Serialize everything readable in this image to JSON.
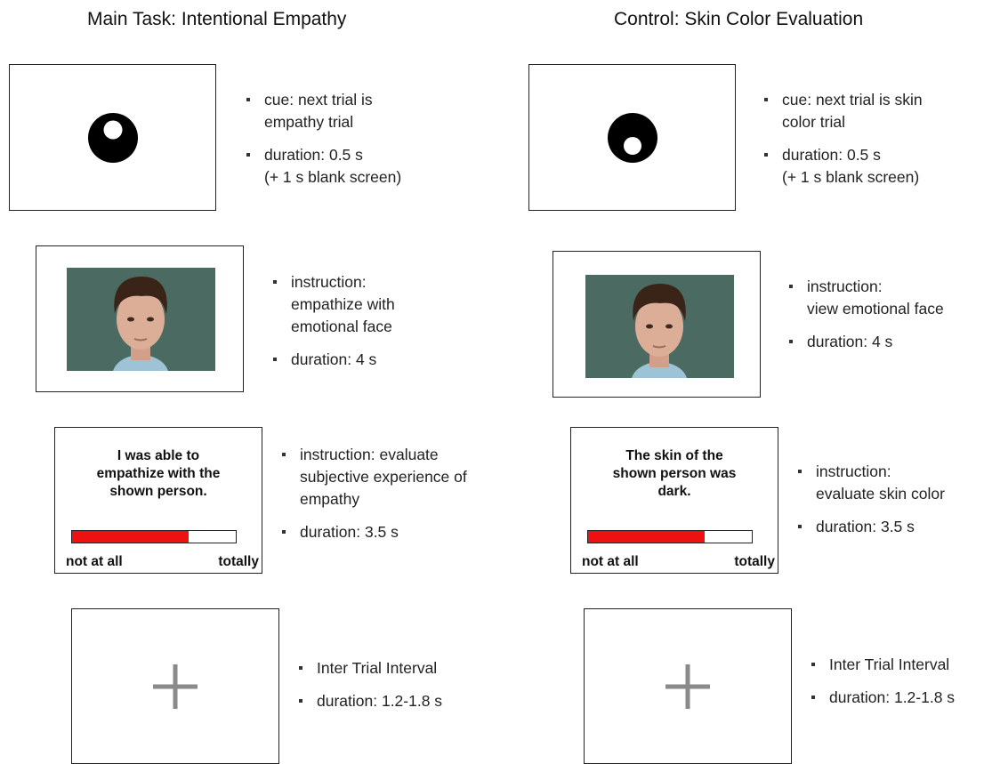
{
  "columns": [
    {
      "title": "Main Task: Intentional Empathy",
      "cue": {
        "inner_dot": "top",
        "bullets": [
          [
            "cue: next trial is",
            "empathy trial"
          ],
          [
            "duration: 0.5 s",
            "(+ 1 s blank screen)"
          ]
        ]
      },
      "face": {
        "bullets": [
          [
            "instruction:",
            "empathize with",
            "emotional face"
          ],
          [
            "duration: 4 s"
          ]
        ]
      },
      "rating": {
        "question": [
          "I was able to",
          "empathize with the",
          "shown person."
        ],
        "fill_fraction": 0.71,
        "left_anchor": "not at all",
        "right_anchor": "totally",
        "bullets": [
          [
            "instruction: evaluate",
            "subjective experience of",
            "empathy"
          ],
          [
            "duration: 3.5 s"
          ]
        ]
      },
      "iti": {
        "bullets": [
          [
            "Inter Trial Interval"
          ],
          [
            "duration: 1.2-1.8 s"
          ]
        ]
      }
    },
    {
      "title": "Control: Skin Color Evaluation",
      "cue": {
        "inner_dot": "bottom",
        "bullets": [
          [
            "cue: next trial is skin",
            "color trial"
          ],
          [
            "duration: 0.5 s",
            "(+ 1 s blank screen)"
          ]
        ]
      },
      "face": {
        "bullets": [
          [
            "instruction:",
            "view emotional face"
          ],
          [
            "duration: 4 s"
          ]
        ]
      },
      "rating": {
        "question": [
          "The skin of the",
          "shown person was",
          "dark."
        ],
        "fill_fraction": 0.71,
        "left_anchor": "not at all",
        "right_anchor": "totally",
        "bullets": [
          [
            "instruction:",
            "evaluate skin color"
          ],
          [
            "duration: 3.5 s"
          ]
        ]
      },
      "iti": {
        "bullets": [
          [
            "Inter Trial Interval"
          ],
          [
            "duration: 1.2-1.8 s"
          ]
        ]
      }
    }
  ],
  "colors": {
    "rating_fill": "#ee1111",
    "photo_background": "#4a6a62",
    "fixation_cross": "#8a8a8a"
  }
}
